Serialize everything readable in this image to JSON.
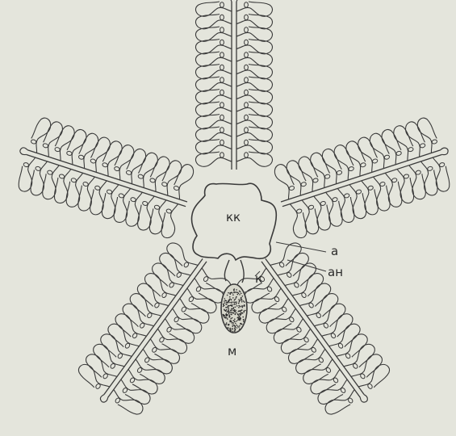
{
  "figure": {
    "labels": {
      "center": "кк",
      "a": "а",
      "an": "ан",
      "k": "к",
      "m": "м"
    },
    "colors": {
      "background": "#e4e5dc",
      "ink": "#3a3a3a",
      "stipple": "#2f2f2f"
    },
    "arms": [
      {
        "name": "top",
        "angle": -90
      },
      {
        "name": "upper-right",
        "angle": -18
      },
      {
        "name": "lower-right",
        "angle": 54
      },
      {
        "name": "lower-left",
        "angle": 126
      },
      {
        "name": "upper-left",
        "angle": 198
      }
    ],
    "segments_per_side": 13
  }
}
